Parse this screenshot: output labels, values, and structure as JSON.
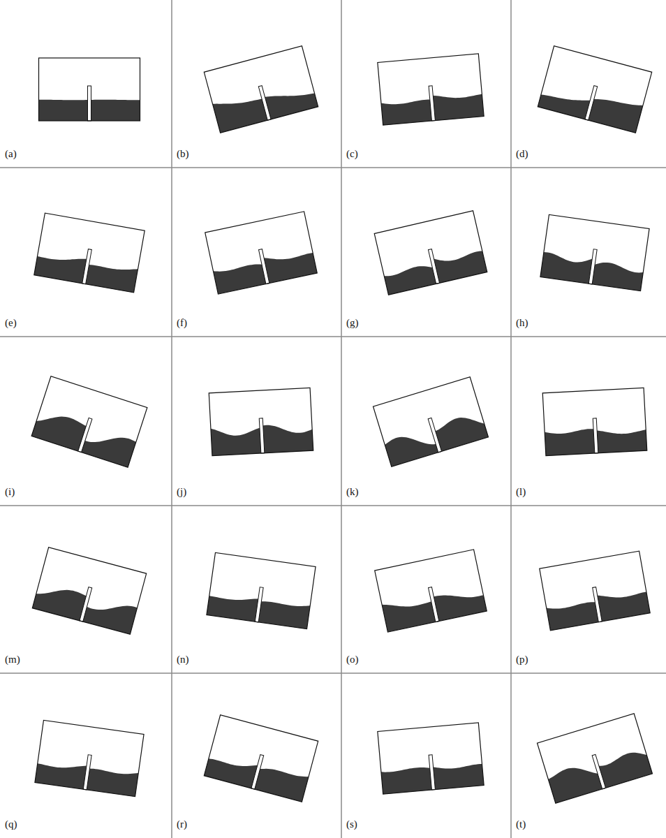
{
  "diagram": {
    "labels": [
      "(a)",
      "(b)",
      "(c)",
      "(d)",
      "(e)",
      "(f)",
      "(g)",
      "(h)",
      "(i)",
      "(j)",
      "(k)",
      "(l)",
      "(m)",
      "(n)",
      "(o)",
      "(p)",
      "(q)",
      "(r)",
      "(s)",
      "(t)"
    ]
  }
}
